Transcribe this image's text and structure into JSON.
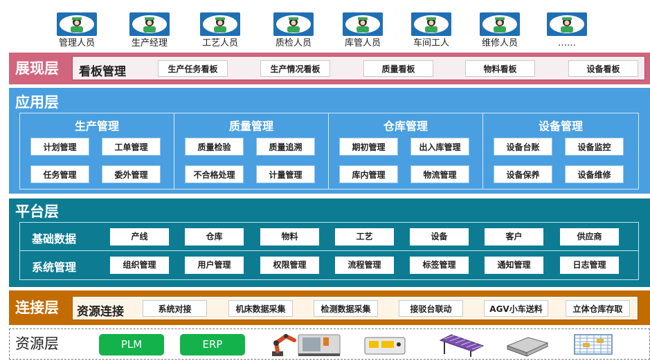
{
  "roles": [
    {
      "label": "管理人员",
      "icon": "worker-avatar-icon"
    },
    {
      "label": "生产经理",
      "icon": "worker-avatar-icon"
    },
    {
      "label": "工艺人员",
      "icon": "worker-avatar-icon"
    },
    {
      "label": "质检人员",
      "icon": "worker-avatar-icon"
    },
    {
      "label": "库管人员",
      "icon": "worker-avatar-icon"
    },
    {
      "label": "车间工人",
      "icon": "worker-avatar-icon"
    },
    {
      "label": "维修人员",
      "icon": "worker-avatar-icon"
    },
    {
      "label": "……",
      "icon": "worker-avatar-icon"
    }
  ],
  "presentation": {
    "layer_title": "展现层",
    "band_title": "看板管理",
    "items": [
      "生产任务看板",
      "生产情况看板",
      "质量看板",
      "物料看板",
      "设备看板"
    ],
    "color": "#d2657e"
  },
  "application": {
    "layer_title": "应用层",
    "color": "#4a9fe0",
    "groups": [
      {
        "title": "生产管理",
        "items": [
          "计划管理",
          "工单管理",
          "任务管理",
          "委外管理"
        ]
      },
      {
        "title": "质量管理",
        "items": [
          "质量检验",
          "质量追溯",
          "不合格处理",
          "计量管理"
        ]
      },
      {
        "title": "仓库管理",
        "items": [
          "期初管理",
          "出入库管理",
          "库内管理",
          "物流管理"
        ]
      },
      {
        "title": "设备管理",
        "items": [
          "设备台账",
          "设备监控",
          "设备保养",
          "设备维修"
        ]
      }
    ]
  },
  "platform": {
    "layer_title": "平台层",
    "color": "#0d7c93",
    "rows": [
      {
        "title": "基础数据",
        "items": [
          "产线",
          "仓库",
          "物料",
          "工艺",
          "设备",
          "客户",
          "供应商"
        ]
      },
      {
        "title": "系统管理",
        "items": [
          "组织管理",
          "用户管理",
          "权限管理",
          "流程管理",
          "标签管理",
          "通知管理",
          "日志管理"
        ]
      }
    ]
  },
  "connection": {
    "layer_title": "连接层",
    "band_title": "资源连接",
    "items": [
      "系统对接",
      "机床数据采集",
      "检测数据采集",
      "接驳台联动",
      "AGV小车送料",
      "立体仓库存取"
    ],
    "color": "#c26c00"
  },
  "resource": {
    "layer_title": "资源层",
    "systems": [
      "PLM",
      "ERP"
    ],
    "system_color": "#14b24a",
    "devices": [
      {
        "icon": "robot-arm-icon"
      },
      {
        "icon": "cnc-machine-icon"
      },
      {
        "icon": "inspection-device-icon"
      },
      {
        "icon": "conveyor-icon"
      },
      {
        "icon": "agv-cart-icon"
      },
      {
        "icon": "stereo-warehouse-icon"
      }
    ]
  }
}
